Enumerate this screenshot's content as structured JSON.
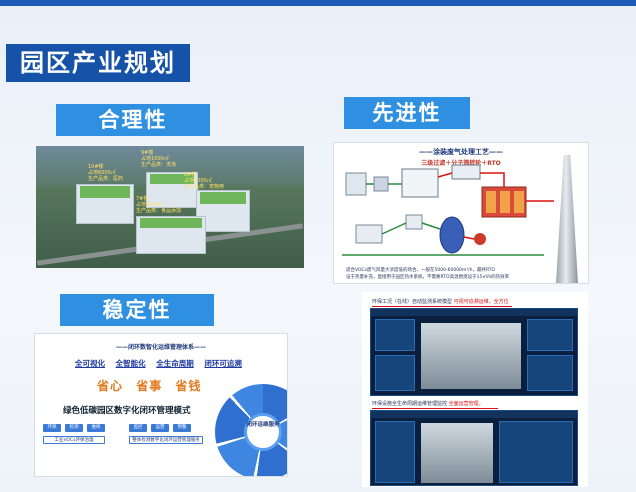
{
  "page": {
    "title": "园区产业规划",
    "accent": "#1552a8",
    "label_color": "#2f8fe0"
  },
  "sections": {
    "reasonable": "合理性",
    "advanced": "先进性",
    "stable": "稳定性"
  },
  "render": {
    "tags": [
      {
        "l1": "9#楼",
        "l2": "占地1600㎡",
        "l3": "生产品类：洗涤"
      },
      {
        "l1": "10#楼",
        "l2": "占地6000㎡",
        "l3": "生产品类：医药"
      },
      {
        "l1": "8#楼",
        "l2": "占地7000㎡",
        "l3": "生产品类：宠物用"
      },
      {
        "l1": "7#楼",
        "l2": "占地7000㎡",
        "l3": "生产品类：食品添加"
      }
    ]
  },
  "process": {
    "title": "——涂装废气处理工艺——",
    "subtitle": "三级过滤＋分子筛转轮＋RTO",
    "note1": "适合VOCs废气风量大浓度低的场合，一般在5000-60000m³/h，最终RTO",
    "note2": "设于热量补充，直接用于园区热水系统，不需要RTO高温燃烧设于15㎡/h的热效率",
    "note2_hl": "15㎡/h的热效率"
  },
  "loop": {
    "title": "——闭环数智化运维管理体系——",
    "keywords": [
      "全可视化",
      "全智能化",
      "全生命周期",
      "闭环可追溯"
    ],
    "saves": [
      "省心",
      "省事",
      "省钱"
    ],
    "mode": "绿色低碳园区数字化闭环管理模式",
    "center": "闭环运维服务",
    "chips": [
      "环保",
      "检测",
      "维修",
      "监控",
      "运营",
      "预警"
    ],
    "chip_l1": "工业VOCs环保治理",
    "chip_l2": "整体检测数字化闭环运营管理服务"
  },
  "dashboards": {
    "cap1": "环保工况（在线）自动监测系统模型",
    "cap1_hl": "可视可追溯运维，全方位",
    "cap2": "环保设施全生命周期运维管理监控",
    "cap2_hl": "全面运营管理，"
  }
}
